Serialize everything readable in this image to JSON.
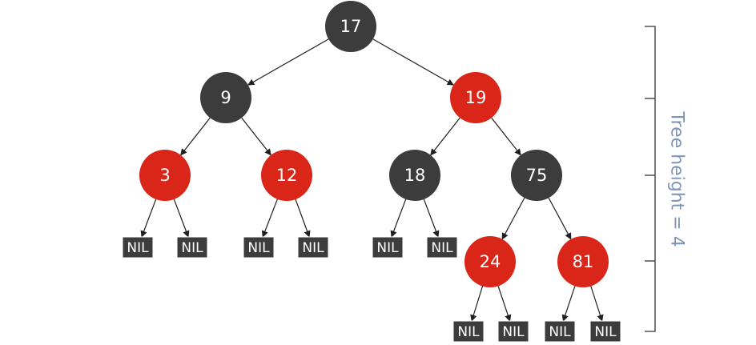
{
  "colors": {
    "black_node": "#3c3c3c",
    "red_node": "#d92618",
    "nil_box": "#3c3c3c",
    "edge": "#1f1f1f",
    "height_text": "#7d95b9"
  },
  "tree": {
    "nodes": [
      {
        "id": "n17",
        "label": "17",
        "color": "black"
      },
      {
        "id": "n9",
        "label": "9",
        "color": "black"
      },
      {
        "id": "n19",
        "label": "19",
        "color": "red"
      },
      {
        "id": "n3",
        "label": "3",
        "color": "red"
      },
      {
        "id": "n12",
        "label": "12",
        "color": "red"
      },
      {
        "id": "n18",
        "label": "18",
        "color": "black"
      },
      {
        "id": "n75",
        "label": "75",
        "color": "black"
      },
      {
        "id": "n24",
        "label": "24",
        "color": "red"
      },
      {
        "id": "n81",
        "label": "81",
        "color": "red"
      }
    ],
    "nil_label": "NIL",
    "edges": [
      [
        "n17",
        "n9"
      ],
      [
        "n17",
        "n19"
      ],
      [
        "n9",
        "n3"
      ],
      [
        "n9",
        "n12"
      ],
      [
        "n19",
        "n18"
      ],
      [
        "n19",
        "n75"
      ],
      [
        "n75",
        "n24"
      ],
      [
        "n75",
        "n81"
      ],
      [
        "n3",
        "nil1"
      ],
      [
        "n3",
        "nil2"
      ],
      [
        "n12",
        "nil3"
      ],
      [
        "n12",
        "nil4"
      ],
      [
        "n18",
        "nil5"
      ],
      [
        "n18",
        "nil6"
      ],
      [
        "n24",
        "nil7"
      ],
      [
        "n24",
        "nil8"
      ],
      [
        "n81",
        "nil9"
      ],
      [
        "n81",
        "nil10"
      ]
    ]
  },
  "height_label": "Tree height = 4"
}
